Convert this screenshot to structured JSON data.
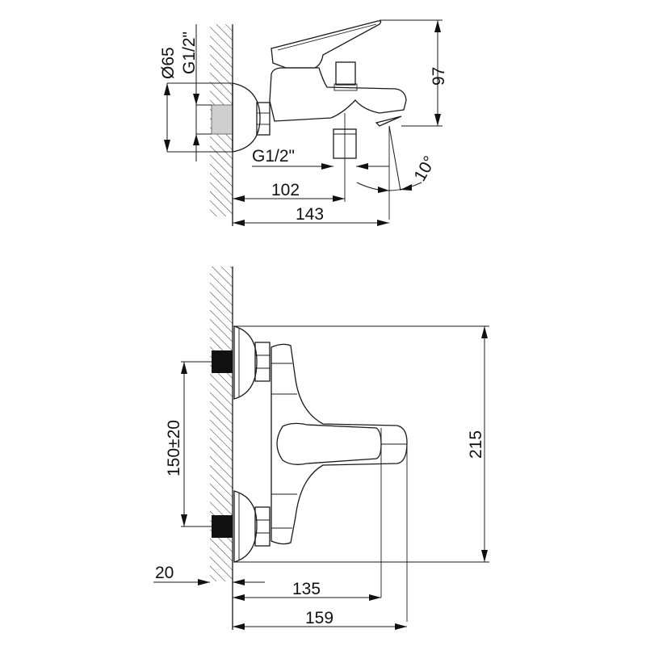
{
  "drawing": {
    "title": "Bath mixer dimensional drawing",
    "side_view": {
      "labels": {
        "flange_diameter": "Ø65",
        "inlet_thread": "G1/2\"",
        "outlet_thread": "G1/2\"",
        "height": "97",
        "spout_depth": "102",
        "total_depth": "143",
        "spout_angle": "10°"
      }
    },
    "front_view": {
      "labels": {
        "inlet_spacing": "150±20",
        "total_height": "215",
        "wall_offset": "20",
        "handle_depth": "135",
        "total_depth": "159"
      }
    },
    "colors": {
      "line": "#1a1a1a",
      "background": "#ffffff"
    }
  }
}
